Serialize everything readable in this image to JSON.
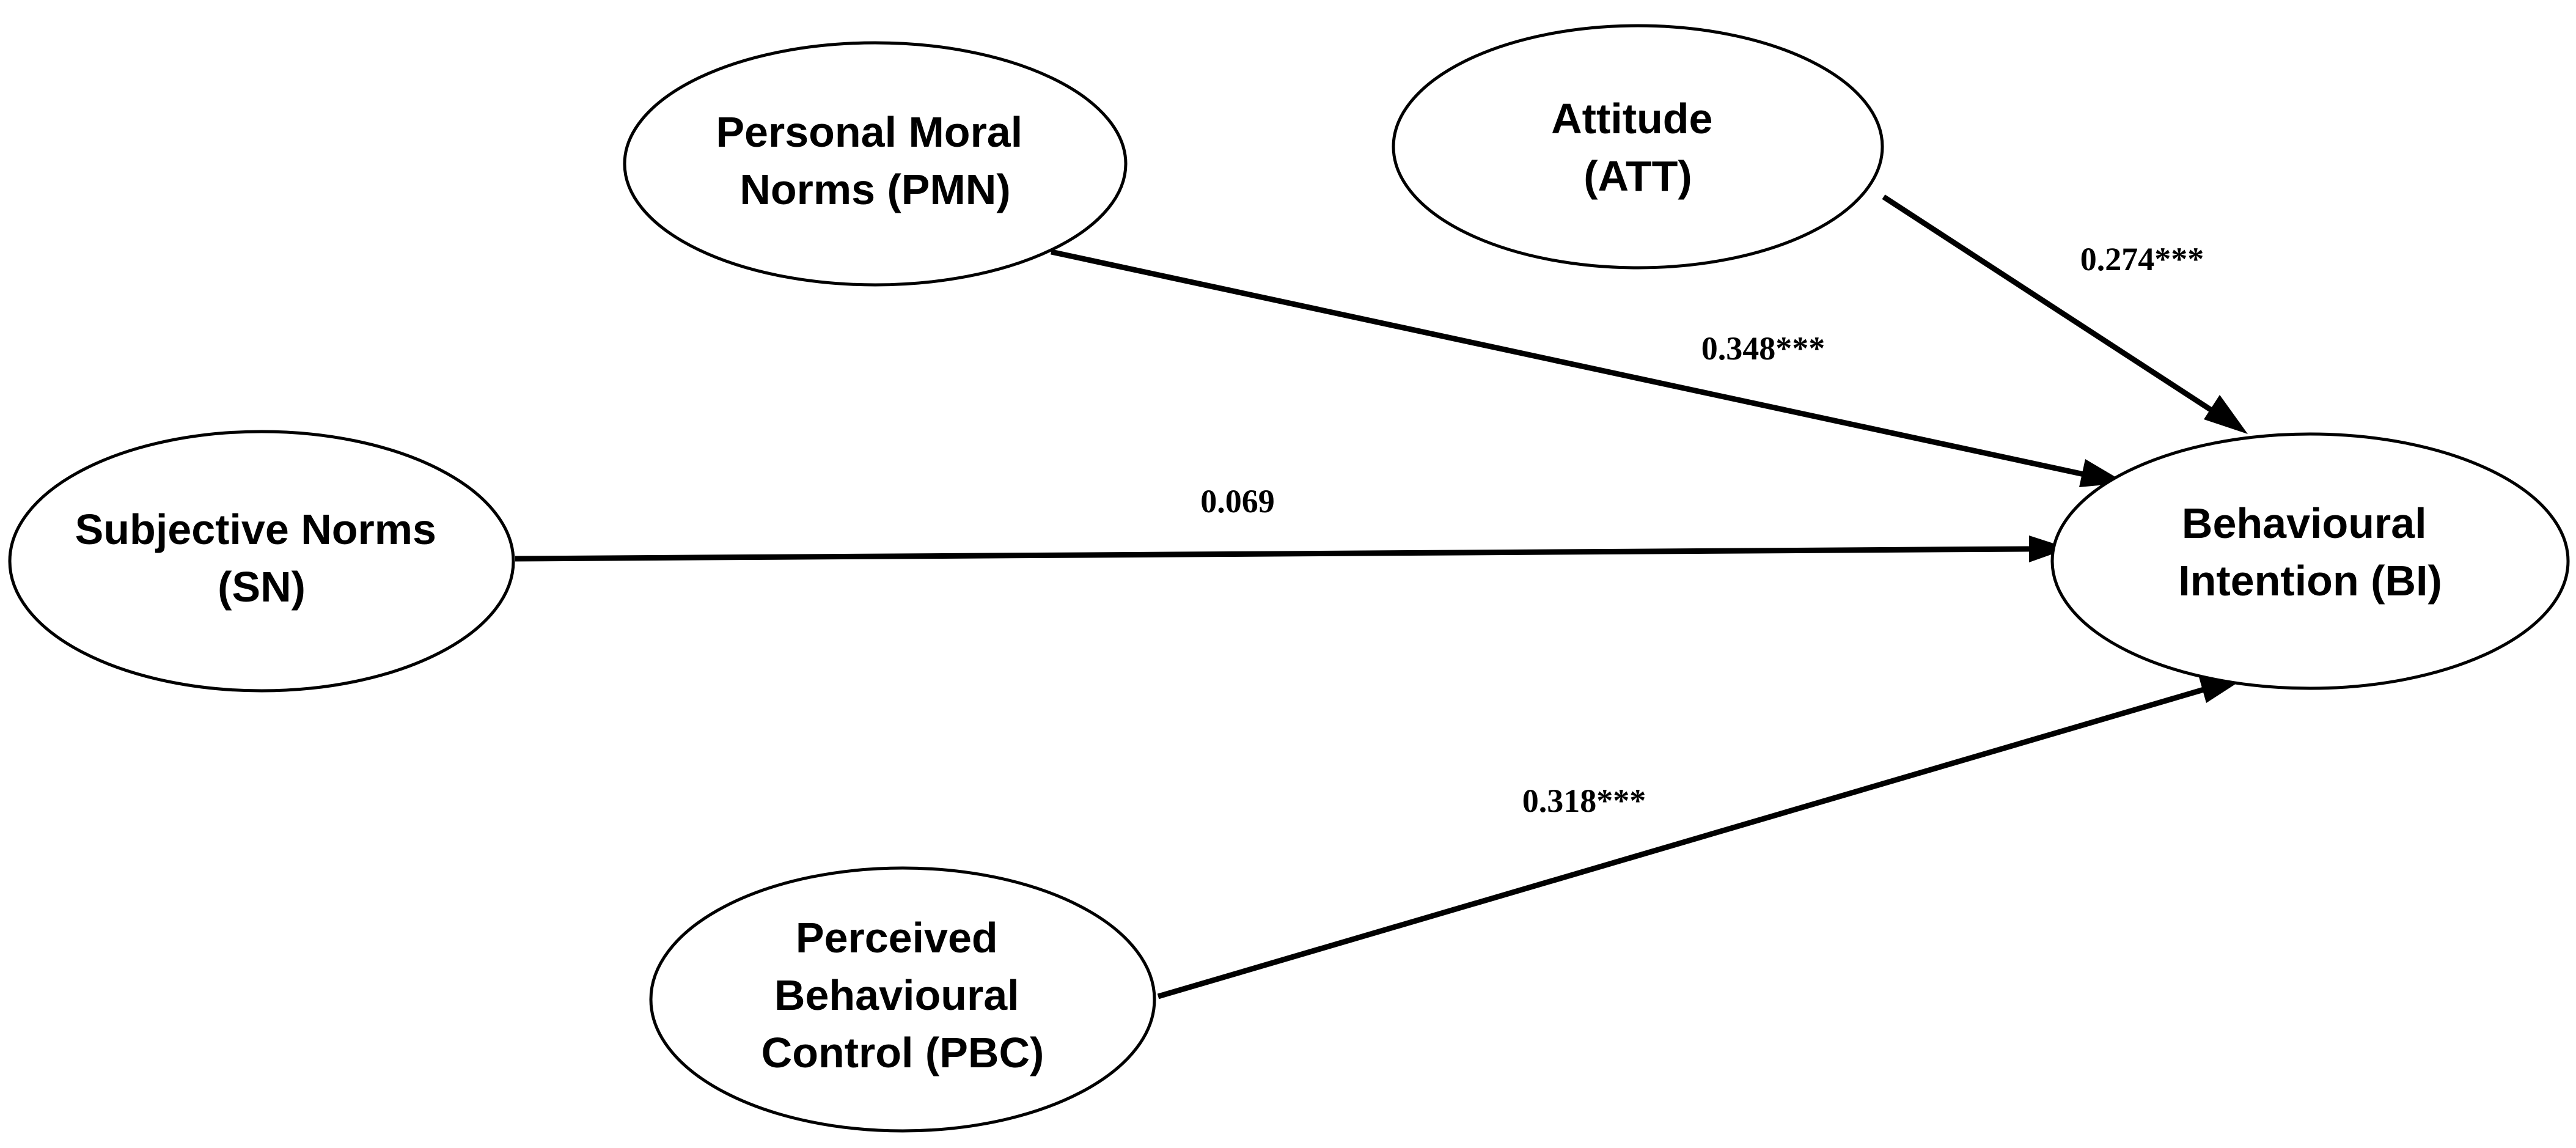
{
  "nodes": {
    "pmn": {
      "lines": [
        "Personal Moral",
        "Norms (PMN)"
      ]
    },
    "att": {
      "lines": [
        "Attitude",
        "(ATT)"
      ]
    },
    "sn": {
      "lines": [
        "Subjective Norms",
        "(SN)"
      ]
    },
    "pbc": {
      "lines": [
        "Perceived",
        "Behavioural",
        "Control (PBC)"
      ]
    },
    "bi": {
      "lines": [
        "Behavioural",
        "Intention (BI)"
      ]
    }
  },
  "edges": {
    "pmn_bi": {
      "from": "Personal Moral Norms (PMN)",
      "to": "Behavioural Intention (BI)",
      "label": "0.348***"
    },
    "att_bi": {
      "from": "Attitude (ATT)",
      "to": "Behavioural Intention (BI)",
      "label": "0.274***"
    },
    "sn_bi": {
      "from": "Subjective Norms (SN)",
      "to": "Behavioural Intention (BI)",
      "label": "0.069"
    },
    "pbc_bi": {
      "from": "Perceived Behavioural Control (PBC)",
      "to": "Behavioural Intention (BI)",
      "label": "0.318***"
    }
  }
}
